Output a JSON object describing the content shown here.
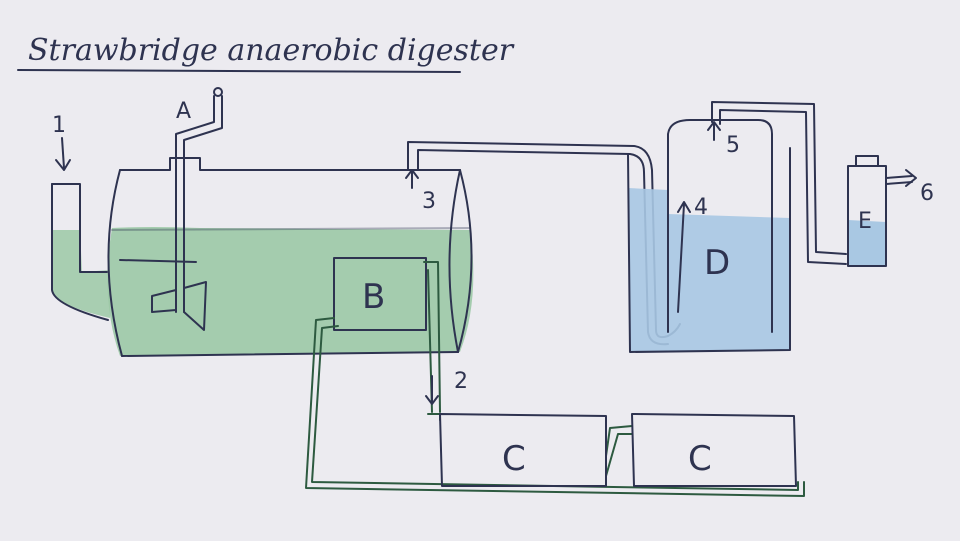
{
  "title": "Strawbridge anaerobic digester",
  "labels": {
    "n1": "1",
    "n2": "2",
    "n3": "3",
    "n4": "4",
    "n5": "5",
    "n6": "6",
    "a": "A",
    "b": "B",
    "c1": "C",
    "c2": "C",
    "d": "D",
    "e": "E"
  },
  "colors": {
    "ink": "#2e3350",
    "slurry_green": "#9cc9a6",
    "water_blue": "#a9c8e3",
    "paper": "#ecebf0"
  }
}
